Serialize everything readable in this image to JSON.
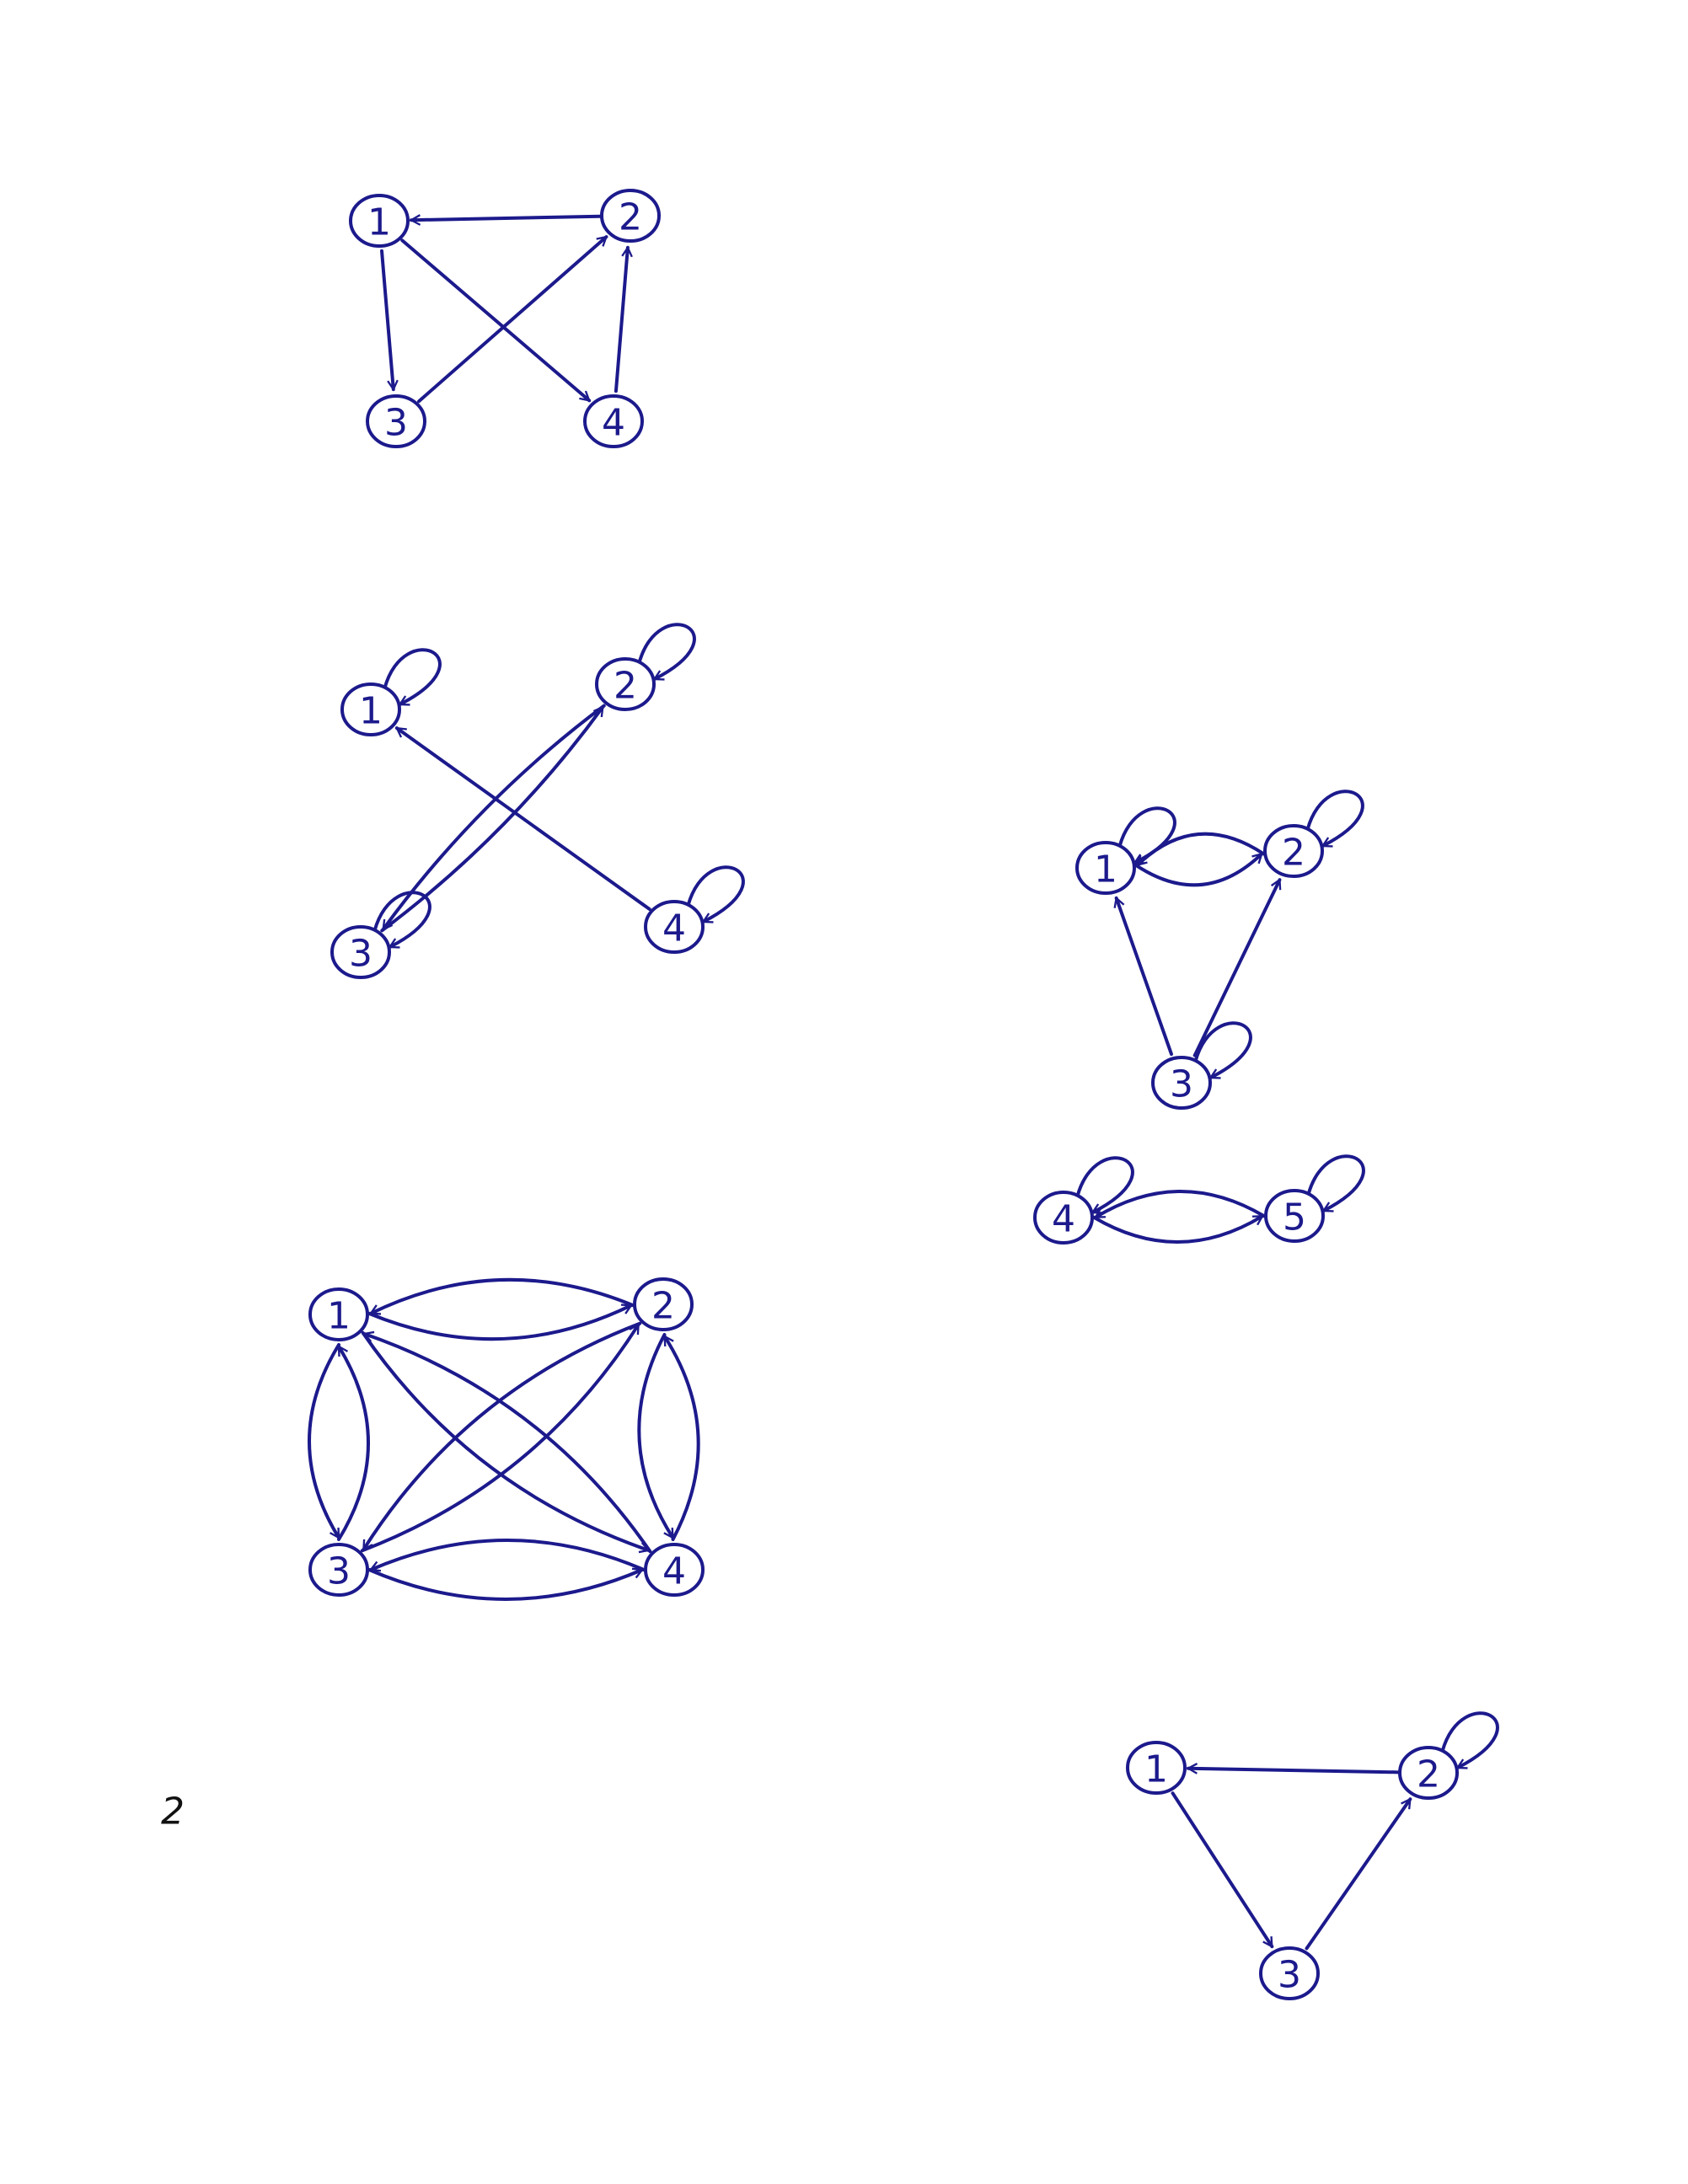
{
  "ink_color": "#1c1a8c",
  "page_number": "2",
  "graphs": [
    {
      "id": "graph-a",
      "nodes": [
        {
          "id": "1",
          "label": "1"
        },
        {
          "id": "2",
          "label": "2"
        },
        {
          "id": "3",
          "label": "3"
        },
        {
          "id": "4",
          "label": "4"
        }
      ],
      "edges": [
        {
          "from": "2",
          "to": "1"
        },
        {
          "from": "1",
          "to": "3"
        },
        {
          "from": "1",
          "to": "4"
        },
        {
          "from": "3",
          "to": "2"
        },
        {
          "from": "4",
          "to": "2"
        }
      ]
    },
    {
      "id": "graph-b",
      "nodes": [
        {
          "id": "1",
          "label": "1"
        },
        {
          "id": "2",
          "label": "2"
        },
        {
          "id": "3",
          "label": "3"
        },
        {
          "id": "4",
          "label": "4"
        }
      ],
      "edges": [
        {
          "from": "1",
          "to": "1"
        },
        {
          "from": "2",
          "to": "2"
        },
        {
          "from": "3",
          "to": "3"
        },
        {
          "from": "4",
          "to": "4"
        },
        {
          "from": "2",
          "to": "3"
        },
        {
          "from": "3",
          "to": "2"
        },
        {
          "from": "4",
          "to": "1"
        }
      ]
    },
    {
      "id": "graph-c",
      "nodes": [
        {
          "id": "1",
          "label": "1"
        },
        {
          "id": "2",
          "label": "2"
        },
        {
          "id": "3",
          "label": "3"
        },
        {
          "id": "4",
          "label": "4"
        },
        {
          "id": "5",
          "label": "5"
        }
      ],
      "edges": [
        {
          "from": "1",
          "to": "1"
        },
        {
          "from": "2",
          "to": "2"
        },
        {
          "from": "3",
          "to": "3"
        },
        {
          "from": "4",
          "to": "4"
        },
        {
          "from": "5",
          "to": "5"
        },
        {
          "from": "1",
          "to": "2"
        },
        {
          "from": "2",
          "to": "1"
        },
        {
          "from": "3",
          "to": "1"
        },
        {
          "from": "3",
          "to": "2"
        },
        {
          "from": "4",
          "to": "5"
        },
        {
          "from": "5",
          "to": "4"
        }
      ]
    },
    {
      "id": "graph-d",
      "nodes": [
        {
          "id": "1",
          "label": "1"
        },
        {
          "id": "2",
          "label": "2"
        },
        {
          "id": "3",
          "label": "3"
        },
        {
          "id": "4",
          "label": "4"
        }
      ],
      "edges": [
        {
          "from": "1",
          "to": "2"
        },
        {
          "from": "2",
          "to": "1"
        },
        {
          "from": "1",
          "to": "3"
        },
        {
          "from": "3",
          "to": "1"
        },
        {
          "from": "1",
          "to": "4"
        },
        {
          "from": "4",
          "to": "1"
        },
        {
          "from": "2",
          "to": "3"
        },
        {
          "from": "3",
          "to": "2"
        },
        {
          "from": "2",
          "to": "4"
        },
        {
          "from": "4",
          "to": "2"
        },
        {
          "from": "3",
          "to": "4"
        },
        {
          "from": "4",
          "to": "3"
        }
      ]
    },
    {
      "id": "graph-e",
      "nodes": [
        {
          "id": "1",
          "label": "1"
        },
        {
          "id": "2",
          "label": "2"
        },
        {
          "id": "3",
          "label": "3"
        }
      ],
      "edges": [
        {
          "from": "2",
          "to": "2"
        },
        {
          "from": "2",
          "to": "1"
        },
        {
          "from": "1",
          "to": "3"
        },
        {
          "from": "3",
          "to": "2"
        }
      ]
    }
  ]
}
